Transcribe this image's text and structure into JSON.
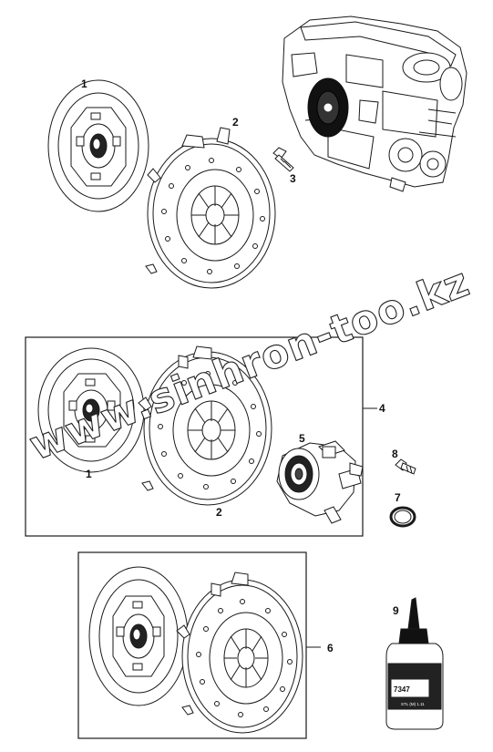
{
  "callouts": {
    "c1_top": "1",
    "c2_top": "2",
    "c3": "3",
    "c4": "4",
    "c1_mid": "1",
    "c2_mid": "2",
    "c5": "5",
    "c8": "8",
    "c7": "7",
    "c6": "6",
    "c9": "9"
  },
  "watermark": "www.sinhron-too.kz",
  "bottle_label": {
    "code": "7347",
    "small": "STL (M) 1.11"
  },
  "colors": {
    "line": "#1a1a1a",
    "fill": "#ffffff",
    "dark": "#111111"
  }
}
